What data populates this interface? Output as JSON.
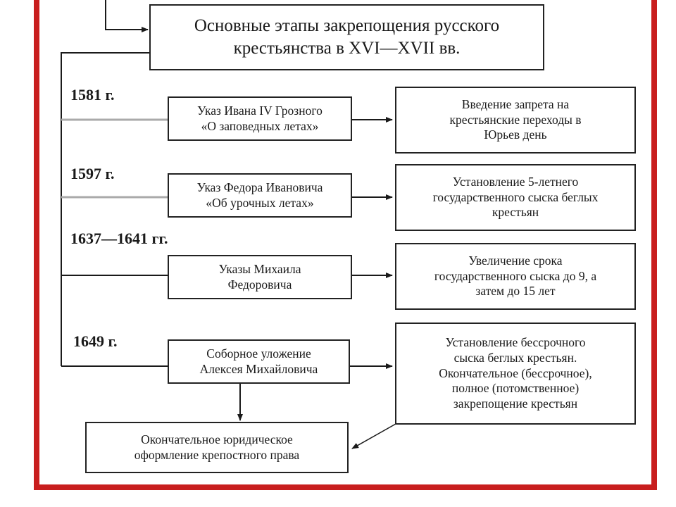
{
  "title": "Основные этапы закрепощения русского крестьянства в XVI—XVII вв.",
  "stages": [
    {
      "year": "1581 г.",
      "decree": [
        "Указ Ивана IV Грозного",
        "«О заповедных летах»"
      ],
      "result": [
        "Введение запрета на",
        "крестьянские переходы в",
        "Юрьев день"
      ]
    },
    {
      "year": "1597 г.",
      "decree": [
        "Указ Федора Ивановича",
        "«Об урочных летах»"
      ],
      "result": [
        "Установление 5-летнего",
        "государственного сыска беглых",
        "крестьян"
      ]
    },
    {
      "year": "1637—1641 гг.",
      "decree": [
        "Указы Михаила",
        "Федоровича"
      ],
      "result": [
        "Увеличение срока",
        "государственного сыска до 9, а",
        "затем до 15 лет"
      ]
    },
    {
      "year": "1649 г.",
      "decree": [
        "Соборное уложение",
        "Алексея Михайловича"
      ],
      "result": [
        "Установление бессрочного",
        "сыска беглых крестьян.",
        "Окончательное (бессрочное),",
        "полное (потомственное)",
        "закрепощение крестьян"
      ]
    }
  ],
  "final": [
    "Окончательное юридическое",
    "оформление крепостного права"
  ],
  "colors": {
    "frame": "#c81e1e",
    "ink": "#1a1a1a",
    "connector": "#aaaaaa"
  }
}
